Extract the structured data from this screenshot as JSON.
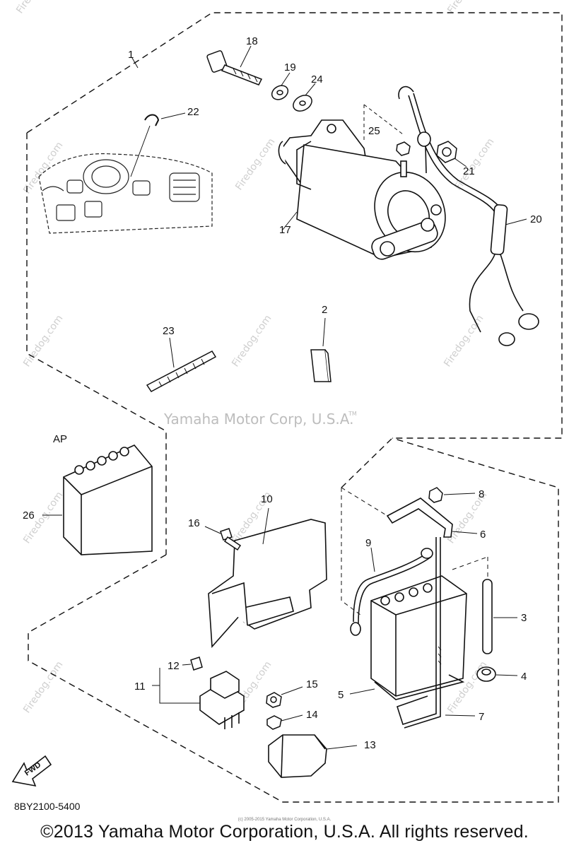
{
  "watermark": {
    "site": "Firedog.com",
    "center_text": "Yamaha Motor Corp, U.S.A.",
    "trademark": "TM"
  },
  "callouts": {
    "c1": "1",
    "c2": "2",
    "c3": "3",
    "c4": "4",
    "c5": "5",
    "c6": "6",
    "c7": "7",
    "c8": "8",
    "c9": "9",
    "c10": "10",
    "c11": "11",
    "c12": "12",
    "c13": "13",
    "c14": "14",
    "c15": "15",
    "c16": "16",
    "c17": "17",
    "c18": "18",
    "c19": "19",
    "c20": "20",
    "c21": "21",
    "c22": "22",
    "c23": "23",
    "c24": "24",
    "c25": "25",
    "c26": "26",
    "ap": "AP"
  },
  "arrow_label": "FWD",
  "diagram_code": "8BY2100-5400",
  "small_copyright": "(c) 2005-2015 Yamaha Motor Corporation, U.S.A.",
  "footer_copyright": "©2013 Yamaha Motor Corporation, U.S.A. All rights reserved."
}
